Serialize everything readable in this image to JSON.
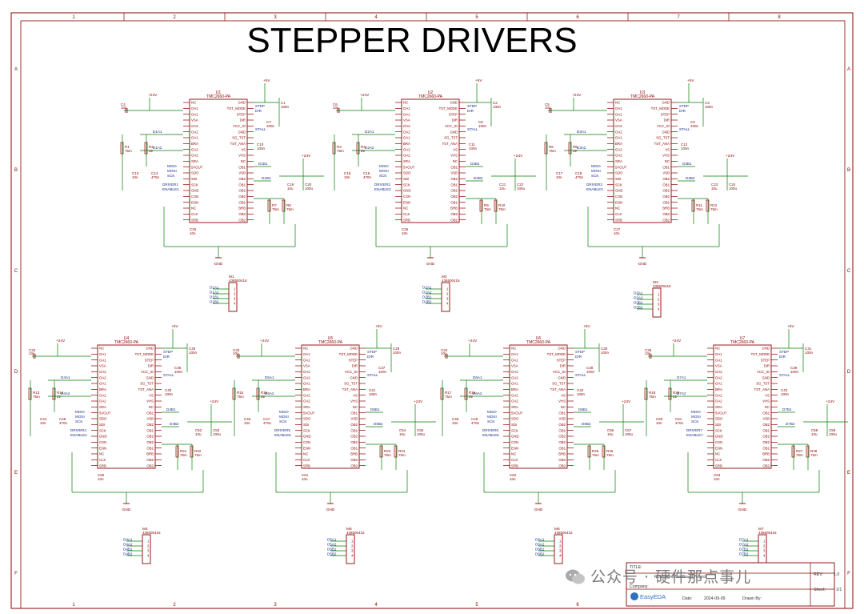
{
  "sheet_title": "STEPPER DRIVERS",
  "colors": {
    "border": "#8b0000",
    "wire": "#008000",
    "comp": "#8b0000",
    "label": "#1a2e8a",
    "junction": "#1a8a1a"
  },
  "grid_cols": [
    "1",
    "2",
    "3",
    "4",
    "5",
    "6",
    "7",
    "8"
  ],
  "grid_rows": [
    "A",
    "B",
    "C",
    "D",
    "E",
    "F"
  ],
  "drivers": [
    {
      "id": "U1",
      "part": "TMC2660-PA",
      "cap_in": "C4",
      "cap_in_val": "10u",
      "c_top": "C1",
      "c_top_val": "100n",
      "c_vcc": "C7",
      "c_vcc_val": "100n",
      "c_vs": "C10",
      "c_vs_val": "100n",
      "c_bot": "C25",
      "c_bot_val": "10n",
      "c_l1": "C13",
      "c_l2": "C14",
      "c_l2_val": "470n",
      "c_o1": "C19",
      "c_o1_val": "10u",
      "c_o2": "C20",
      "c_o2_val": "100u",
      "r1": "R1",
      "r2": "R2",
      "r3": "R7",
      "r4": "R8",
      "net_a1": "D1A1",
      "net_a2": "D1A2",
      "net_b1": "D1B1",
      "net_b2": "D1B2",
      "drv": "DRIVER1",
      "en": "ENABLE1",
      "conn": "M1",
      "conn_part": "436500416",
      "conn_pins": [
        "D1A1",
        "D1A2",
        "D1B1",
        "D1B2"
      ]
    },
    {
      "id": "U2",
      "part": "TMC2660-PA",
      "cap_in": "C6",
      "cap_in_val": "10u",
      "c_top": "C2",
      "c_top_val": "100n",
      "c_vcc": "C8",
      "c_vcc_val": "100n",
      "c_vs": "C11",
      "c_vs_val": "100n",
      "c_bot": "C26",
      "c_bot_val": "10n",
      "c_l1": "C15",
      "c_l2": "C16",
      "c_l2_val": "470n",
      "c_o1": "C21",
      "c_o1_val": "10u",
      "c_o2": "C22",
      "c_o2_val": "100u",
      "r1": "R3",
      "r2": "R4",
      "r3": "R9",
      "r4": "R10",
      "net_a1": "D2A1",
      "net_a2": "D2A2",
      "net_b1": "D2B1",
      "net_b2": "D2B2",
      "drv": "DRIVER2",
      "en": "ENABLE2",
      "conn": "M2",
      "conn_part": "436500416",
      "conn_pins": [
        "D2A1",
        "D2A2",
        "D2B1",
        "D2B2"
      ]
    },
    {
      "id": "U3",
      "part": "TMC2660-PA",
      "cap_in": "C5",
      "cap_in_val": "10u",
      "c_top": "C3",
      "c_top_val": "100n",
      "c_vcc": "C9",
      "c_vcc_val": "100n",
      "c_vs": "C12",
      "c_vs_val": "100n",
      "c_bot": "C27",
      "c_bot_val": "10n",
      "c_l1": "C17",
      "c_l2": "C18",
      "c_l2_val": "470n",
      "c_o1": "C23",
      "c_o1_val": "10u",
      "c_o2": "C24",
      "c_o2_val": "100u",
      "r1": "R5",
      "r2": "R6",
      "r3": "R11",
      "r4": "R12",
      "net_a1": "D3A1",
      "net_a2": "D3A2",
      "net_b1": "D3B1",
      "net_b2": "D3B2",
      "drv": "DRIVER3",
      "en": "ENABLE3",
      "conn": "M3",
      "conn_part": "436500416",
      "conn_pins": [
        "D3A1",
        "D3A2",
        "D3B1",
        "D3B2"
      ]
    },
    {
      "id": "U4",
      "part": "TMC2660-PA",
      "cap_in": "C32",
      "cap_in_val": "10u",
      "c_top": "C28",
      "c_top_val": "100n",
      "c_vcc": "C36",
      "c_vcc_val": "100n",
      "c_vs": "C40",
      "c_vs_val": "100n",
      "c_bot": "C60",
      "c_bot_val": "10n",
      "c_l1": "C44",
      "c_l2": "C45",
      "c_l2_val": "470n",
      "c_o1": "C52",
      "c_o1_val": "10u",
      "c_o2": "C53",
      "c_o2_val": "100u",
      "r1": "R13",
      "r2": "R14",
      "r3": "R21",
      "r4": "R22",
      "net_a1": "D4A1",
      "net_a2": "D4A2",
      "net_b1": "D4B1",
      "net_b2": "D4B2",
      "drv": "DRIVER4",
      "en": "ENABLE4",
      "conn": "M4",
      "conn_part": "436500416",
      "conn_pins": [
        "D4A1",
        "D4A2",
        "D4B1",
        "D4B2"
      ]
    },
    {
      "id": "U5",
      "part": "TMC2660-PA",
      "cap_in": "C33",
      "cap_in_val": "10u",
      "c_top": "C29",
      "c_top_val": "100n",
      "c_vcc": "C37",
      "c_vcc_val": "100n",
      "c_vs": "C41",
      "c_vs_val": "100n",
      "c_bot": "C61",
      "c_bot_val": "10n",
      "c_l1": "C46",
      "c_l2": "C47",
      "c_l2_val": "470n",
      "c_o1": "C54",
      "c_o1_val": "10u",
      "c_o2": "C55",
      "c_o2_val": "100u",
      "r1": "R15",
      "r2": "R16",
      "r3": "R23",
      "r4": "R24",
      "net_a1": "D5A1",
      "net_a2": "D5A2",
      "net_b1": "D5B1",
      "net_b2": "D5B2",
      "drv": "DRIVER5",
      "en": "ENABLE5",
      "conn": "M5",
      "conn_part": "436500416",
      "conn_pins": [
        "D5A1",
        "D5A2",
        "D5B1",
        "D5B2"
      ]
    },
    {
      "id": "U6",
      "part": "TMC2660-PA",
      "cap_in": "C34",
      "cap_in_val": "10u",
      "c_top": "C30",
      "c_top_val": "100n",
      "c_vcc": "C38",
      "c_vcc_val": "100n",
      "c_vs": "C42",
      "c_vs_val": "100n",
      "c_bot": "C62",
      "c_bot_val": "10n",
      "c_l1": "C48",
      "c_l2": "C49",
      "c_l2_val": "470n",
      "c_o1": "C56",
      "c_o1_val": "10u",
      "c_o2": "C57",
      "c_o2_val": "100u",
      "r1": "R17",
      "r2": "R18",
      "r3": "R25",
      "r4": "R26",
      "net_a1": "D6A1",
      "net_a2": "D6A2",
      "net_b1": "D6B1",
      "net_b2": "D6B2",
      "drv": "DRIVER6",
      "en": "ENABLE6",
      "conn": "M6",
      "conn_part": "436500416",
      "conn_pins": [
        "D6A1",
        "D6A2",
        "D6B1",
        "D6B2"
      ]
    },
    {
      "id": "U7",
      "part": "TMC2660-PA",
      "cap_in": "C35",
      "cap_in_val": "10u",
      "c_top": "C31",
      "c_top_val": "100n",
      "c_vcc": "C39",
      "c_vcc_val": "100n",
      "c_vs": "C43",
      "c_vs_val": "100n",
      "c_bot": "C63",
      "c_bot_val": "10n",
      "c_l1": "C50",
      "c_l2": "C51",
      "c_l2_val": "470n",
      "c_o1": "C58",
      "c_o1_val": "10u",
      "c_o2": "C59",
      "c_o2_val": "100u",
      "r1": "R19",
      "r2": "R20",
      "r3": "R27",
      "r4": "R28",
      "net_a1": "D7A1",
      "net_a2": "D7A2",
      "net_b1": "D7B1",
      "net_b2": "D7B2",
      "drv": "DRIVER7",
      "en": "ENABLE7",
      "conn": "M7",
      "conn_part": "436500416",
      "conn_pins": [
        "D7A1",
        "D7A2",
        "D7B1",
        "D7B2"
      ]
    }
  ],
  "pins_left": [
    "NC",
    "OA1",
    "OA1",
    "VSA",
    "OA2",
    "OA2",
    "OA1",
    "BRA",
    "OA2",
    "OA2",
    "SRA",
    "5VOUT",
    "SDO",
    "SDI",
    "SCK",
    "GND",
    "CSN",
    "ENN",
    "NC",
    "CLK",
    "SRB"
  ],
  "pins_right": [
    "GND",
    "TST_MODE",
    "STEP",
    "DIR",
    "VCC_IO",
    "GND",
    "SG_TST",
    "TST_ANA",
    "VS",
    "VHS",
    "NC",
    "OB1",
    "VSB",
    "OB2",
    "OB1",
    "OB2",
    "OB2",
    "OB1",
    "BRB",
    "OB2",
    "OB2"
  ],
  "labels": {
    "supply_5v": "+5V",
    "supply_24v": "+24V",
    "gnd": "GND",
    "stall": "STALL",
    "step": "STEP",
    "dir": "DIR",
    "miso": "MISO",
    "mosi": "MOSI",
    "sck": "SCK",
    "r_low": "75m",
    "r_hi": "22",
    "r_rail": "75m"
  },
  "title_block": {
    "title_label": "TITLE:",
    "title": "RobotArmMainBoardProject",
    "rev_label": "REV:",
    "rev": "1.0",
    "company_label": "Company:",
    "sheet_label": "Sheet:",
    "sheet": "1/1",
    "date_label": "Date:",
    "date": "2024-09-09",
    "drawn_label": "Drawn By:",
    "brand": "EasyEDA"
  },
  "watermark": "公众号 · 硬件那点事儿"
}
